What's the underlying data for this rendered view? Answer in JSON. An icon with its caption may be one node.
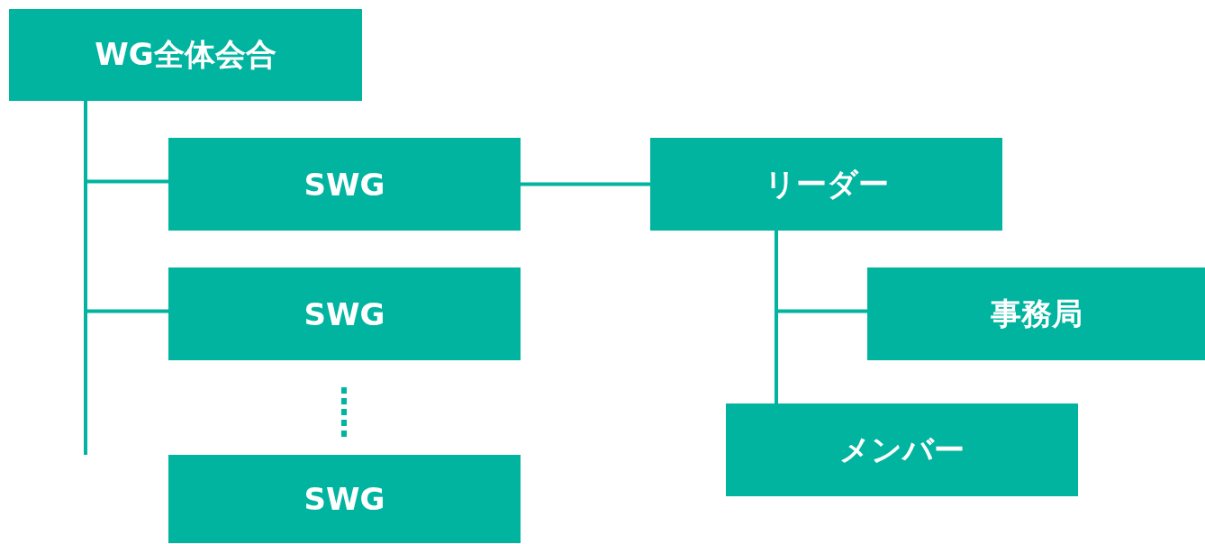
{
  "diagram": {
    "nodes": [
      {
        "text": [
          "WG全体会合"
        ]
      },
      {
        "text": [
          "SWG"
        ]
      },
      {
        "text": [
          "SWG"
        ]
      },
      {
        "text": [
          "SWG"
        ]
      },
      {
        "text": [
          "リーダー"
        ]
      },
      {
        "text": [
          "事務局"
        ]
      },
      {
        "text": [
          "メンバー"
        ]
      }
    ],
    "edges": [
      {
        "from": 0,
        "to": 1,
        "arrow": "none"
      },
      {
        "from": 0,
        "to": 2,
        "arrow": "none"
      },
      {
        "from": 0,
        "to": 3,
        "arrow": "none"
      },
      {
        "from": 1,
        "to": 4,
        "arrow": "none"
      },
      {
        "from": 4,
        "to": 5,
        "arrow": "none"
      },
      {
        "from": 4,
        "to": 6,
        "arrow": "none"
      }
    ]
  }
}
